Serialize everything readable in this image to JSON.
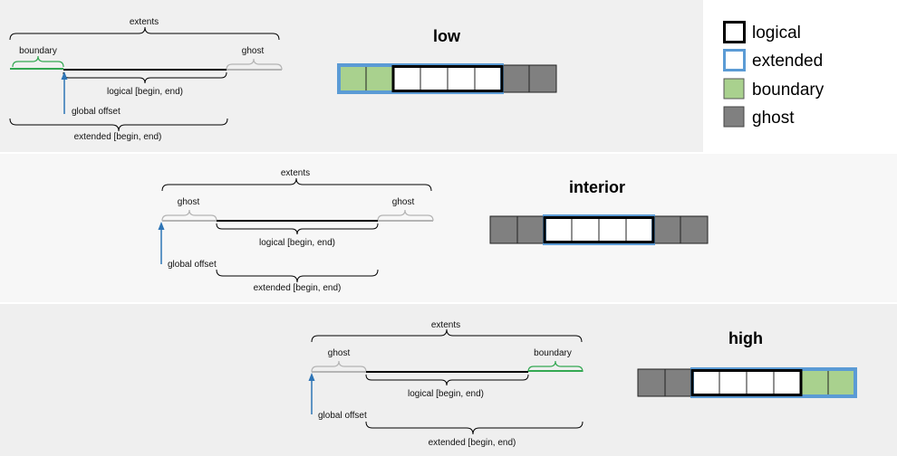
{
  "colors": {
    "logical": "#000000",
    "extended": "#5b9bd5",
    "boundary": "#a9d18e",
    "boundary_brace": "#33a852",
    "ghost": "#808080",
    "ghost_brace": "#b4b4b4",
    "global_offset_arrow": "#2e75b6"
  },
  "legend": {
    "logical": "logical",
    "extended": "extended",
    "boundary": "boundary",
    "ghost": "ghost"
  },
  "panels": {
    "low": {
      "title": "low",
      "extents": "extents",
      "left_region": "boundary",
      "right_region": "ghost",
      "logical": "logical [begin, end)",
      "global_offset": "global offset",
      "extended": "extended [begin, end)",
      "cells": [
        "boundary",
        "boundary",
        "logical",
        "logical",
        "logical",
        "logical",
        "ghost",
        "ghost"
      ]
    },
    "interior": {
      "title": "interior",
      "extents": "extents",
      "left_region": "ghost",
      "right_region": "ghost",
      "logical": "logical [begin, end)",
      "global_offset": "global offset",
      "extended": "extended [begin, end)",
      "cells": [
        "ghost",
        "ghost",
        "logical",
        "logical",
        "logical",
        "logical",
        "ghost",
        "ghost"
      ]
    },
    "high": {
      "title": "high",
      "extents": "extents",
      "left_region": "ghost",
      "right_region": "boundary",
      "logical": "logical [begin, end)",
      "global_offset": "global offset",
      "extended": "extended [begin, end)",
      "cells": [
        "ghost",
        "ghost",
        "logical",
        "logical",
        "logical",
        "logical",
        "boundary",
        "boundary"
      ]
    }
  }
}
